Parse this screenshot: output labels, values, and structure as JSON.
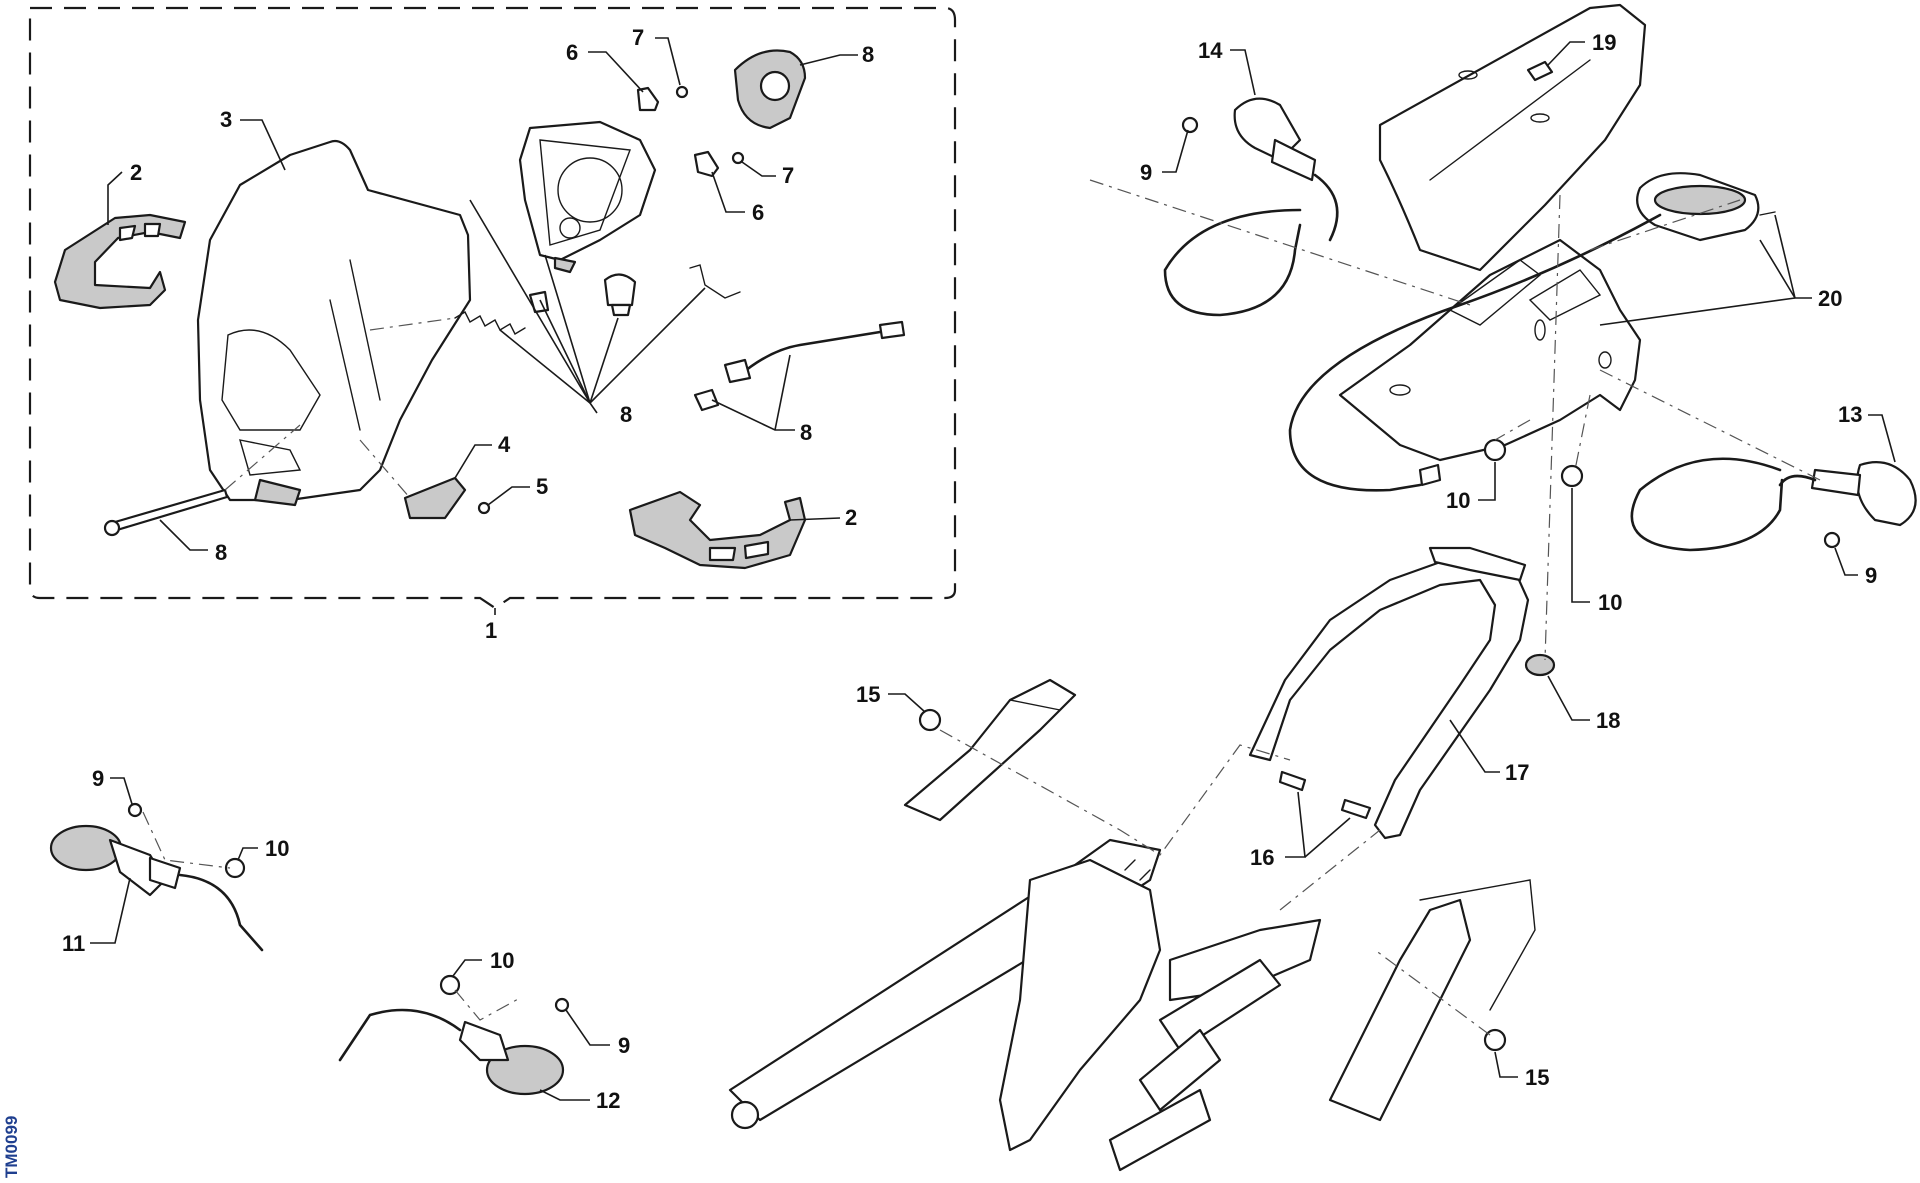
{
  "diagram": {
    "drawing_code": "TM0099",
    "callouts": [
      {
        "id": "c1",
        "label": "1"
      },
      {
        "id": "c2a",
        "label": "2"
      },
      {
        "id": "c2b",
        "label": "2"
      },
      {
        "id": "c3",
        "label": "3"
      },
      {
        "id": "c4",
        "label": "4"
      },
      {
        "id": "c5",
        "label": "5"
      },
      {
        "id": "c6a",
        "label": "6"
      },
      {
        "id": "c6b",
        "label": "6"
      },
      {
        "id": "c7a",
        "label": "7"
      },
      {
        "id": "c7b",
        "label": "7"
      },
      {
        "id": "c8a",
        "label": "8"
      },
      {
        "id": "c8b",
        "label": "8"
      },
      {
        "id": "c8c",
        "label": "8"
      },
      {
        "id": "c8d",
        "label": "8"
      },
      {
        "id": "c9a",
        "label": "9"
      },
      {
        "id": "c9b",
        "label": "9"
      },
      {
        "id": "c9c",
        "label": "9"
      },
      {
        "id": "c9d",
        "label": "9"
      },
      {
        "id": "c10a",
        "label": "10"
      },
      {
        "id": "c10b",
        "label": "10"
      },
      {
        "id": "c10c",
        "label": "10"
      },
      {
        "id": "c10d",
        "label": "10"
      },
      {
        "id": "c11",
        "label": "11"
      },
      {
        "id": "c12",
        "label": "12"
      },
      {
        "id": "c13",
        "label": "13"
      },
      {
        "id": "c14",
        "label": "14"
      },
      {
        "id": "c15a",
        "label": "15"
      },
      {
        "id": "c15b",
        "label": "15"
      },
      {
        "id": "c16",
        "label": "16"
      },
      {
        "id": "c17",
        "label": "17"
      },
      {
        "id": "c18",
        "label": "18"
      },
      {
        "id": "c19",
        "label": "19"
      },
      {
        "id": "c20",
        "label": "20"
      }
    ]
  }
}
